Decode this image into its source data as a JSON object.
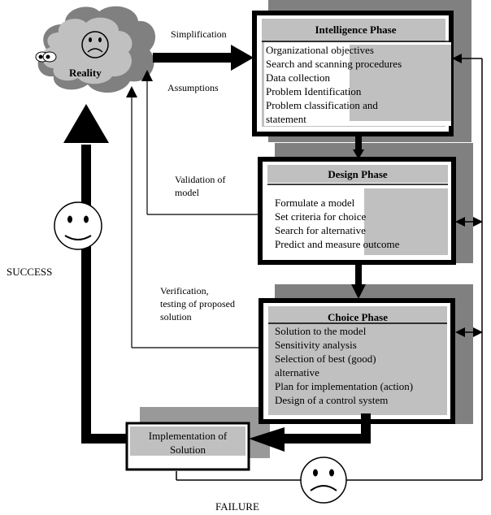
{
  "reality": {
    "label": "Reality"
  },
  "arrows": {
    "simplification": "Simplification",
    "assumptions": "Assumptions",
    "validation": [
      "Validation of",
      "model"
    ],
    "verification": [
      "Verification,",
      "testing of proposed",
      "solution"
    ],
    "success": "SUCCESS",
    "failure": "FAILURE"
  },
  "phases": {
    "intelligence": {
      "title": "Intelligence Phase",
      "items": [
        "Organizational objectives",
        "Search and scanning procedures",
        "Data collection",
        "Problem Identification",
        "Problem classification and",
        "statement"
      ]
    },
    "design": {
      "title": "Design Phase",
      "items": [
        "Formulate a model",
        "Set criteria for choice",
        "Search for alternative",
        "Predict and measure outcome"
      ]
    },
    "choice": {
      "title": "Choice Phase",
      "items": [
        "Solution to the model",
        "Sensitivity analysis",
        "Selection of best (good)",
        "alternative",
        "Plan for implementation (action)",
        "Design of a control system"
      ]
    },
    "implementation": {
      "lines": [
        "Implementation of",
        "Solution"
      ]
    }
  },
  "icons": [
    "sad-face-icon",
    "happy-face-icon",
    "cloud-icon",
    "eyes-icon"
  ]
}
